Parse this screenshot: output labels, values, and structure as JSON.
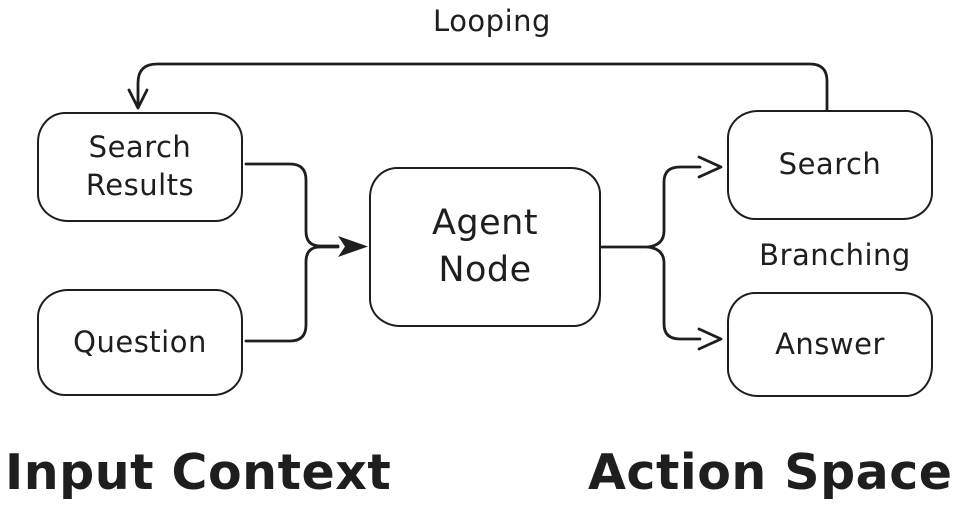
{
  "diagram": {
    "colors": {
      "stroke": "#1e1e1e",
      "background": "#ffffff"
    },
    "nodes": {
      "search_results": {
        "label": "Search\nResults"
      },
      "question": {
        "label": "Question"
      },
      "agent_node": {
        "label": "Agent\nNode"
      },
      "search": {
        "label": "Search"
      },
      "answer": {
        "label": "Answer"
      }
    },
    "labels": {
      "looping": "Looping",
      "branching": "Branching",
      "input_context": "Input Context",
      "action_space": "Action Space"
    },
    "edges": [
      {
        "from": "Search Results",
        "to": "Agent Node"
      },
      {
        "from": "Question",
        "to": "Agent Node"
      },
      {
        "from": "Agent Node",
        "to": "Search",
        "label": "Branching"
      },
      {
        "from": "Agent Node",
        "to": "Answer",
        "label": "Branching"
      },
      {
        "from": "Search",
        "to": "Search Results",
        "label": "Looping"
      }
    ]
  }
}
